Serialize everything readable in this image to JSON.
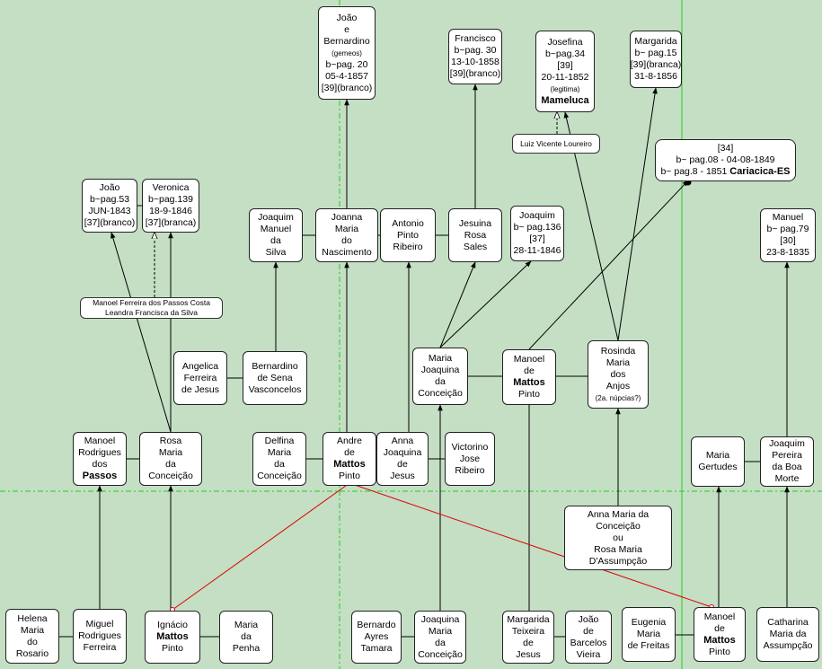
{
  "colors": {
    "background": "#c4dfc4",
    "guide": "#22cc22",
    "link": "#dd0000",
    "edge": "#000000"
  },
  "people": {
    "joao_bernardino": [
      "João",
      "e",
      "Bernardino",
      "(gemeos)",
      "b~pag. 20",
      "05-4-1857",
      "[39](branco)"
    ],
    "francisco": [
      "Francisco",
      "b~pag. 30",
      "13-10-1858",
      "[39](branco)"
    ],
    "josefina": [
      "Josefina",
      "b~pag.34",
      "[39]",
      "20-11-1852",
      "(legitima)",
      "Mameluca"
    ],
    "margarida": [
      "Margarida",
      "b~ pag.15",
      "[39](branca)",
      "31-8-1856"
    ],
    "joao_53": [
      "João",
      "b~pag.53",
      "JUN-1843",
      "[37](branco)"
    ],
    "veronica": [
      "Veronica",
      "b~pag.139",
      "18-9-1846",
      "[37](branca)"
    ],
    "nota34": [
      "[34]",
      "b~ pag.08 -  04-08-1849",
      "b~ pag.8 - 1851 Cariacica-ES"
    ],
    "joaquim_manuel": [
      "Joaquim",
      "Manuel",
      "da",
      "Silva"
    ],
    "joanna": [
      "Joanna",
      "Maria",
      "do",
      "Nascimento"
    ],
    "antonio": [
      "Antonio",
      "Pinto",
      "Ribeiro"
    ],
    "jesuina": [
      "Jesuina",
      "Rosa",
      "Sales"
    ],
    "joaquim_136": [
      "Joaquim",
      "b~ pag.136",
      "[37]",
      "28-11-1846"
    ],
    "manuel_79": [
      "Manuel",
      "b~ pag.79",
      "[30]",
      "23-8-1835"
    ],
    "angelica": [
      "Angelica",
      "Ferreira",
      "de Jesus"
    ],
    "bernardino_sena": [
      "Bernardino",
      "de Sena",
      "Vasconcelos"
    ],
    "maria_joaquina": [
      "Maria",
      "Joaquina",
      "da",
      "Conceição"
    ],
    "manoel_mattos_mid": [
      "Manoel",
      "de",
      "Mattos",
      "Pinto"
    ],
    "rosinda": [
      "Rosinda",
      "Maria",
      "dos",
      "Anjos",
      "(2a. núpcias?)"
    ],
    "manoel_rodrigues": [
      "Manoel",
      "Rodrigues",
      "dos",
      "Passos"
    ],
    "rosa_maria": [
      "Rosa",
      "Maria",
      "da",
      "Conceição"
    ],
    "delfina": [
      "Delfina",
      "Maria",
      "da",
      "Conceição"
    ],
    "andre": [
      "Andre",
      "de",
      "Mattos",
      "Pinto"
    ],
    "anna_joaquina": [
      "Anna",
      "Joaquina",
      "de",
      "Jesus"
    ],
    "victorino": [
      "Victorino",
      "Jose",
      "Ribeiro"
    ],
    "maria_gertudes": [
      "Maria",
      "Gertudes"
    ],
    "joaquim_pereira": [
      "Joaquim",
      "Pereira",
      "da Boa",
      "Morte"
    ],
    "anna_maria": [
      "Anna Maria da",
      "Conceição",
      "ou",
      "Rosa Maria",
      "D'Assumpção"
    ],
    "helena": [
      "Helena",
      "Maria",
      "do",
      "Rosario"
    ],
    "miguel": [
      "Miguel",
      "Rodrigues",
      "Ferreira"
    ],
    "ignacio": [
      "Ignácio",
      "Mattos",
      "Pinto"
    ],
    "maria_penha": [
      "Maria",
      "da",
      "Penha"
    ],
    "bernardo": [
      "Bernardo",
      "Ayres",
      "Tamara"
    ],
    "joaquina_maria": [
      "Joaquina",
      "Maria",
      "da",
      "Conceição"
    ],
    "margarida_teixeira": [
      "Margarida",
      "Teixeira",
      "de",
      "Jesus"
    ],
    "joao_barcelos": [
      "João",
      "de",
      "Barcelos",
      "Vieira"
    ],
    "eugenia": [
      "Eugenia",
      "Maria",
      "de Freitas"
    ],
    "manoel_mattos_bottom": [
      "Manoel",
      "de",
      "Mattos",
      "Pinto"
    ],
    "catharina": [
      "Catharina",
      "Maria da",
      "Assumpção"
    ]
  },
  "notes": {
    "luiz": "Luiz Vicente Loureiro",
    "manoel_ferreira": [
      "Manoel Ferreira dos Passos Costa",
      "Leandra Francisca da Silva"
    ]
  }
}
